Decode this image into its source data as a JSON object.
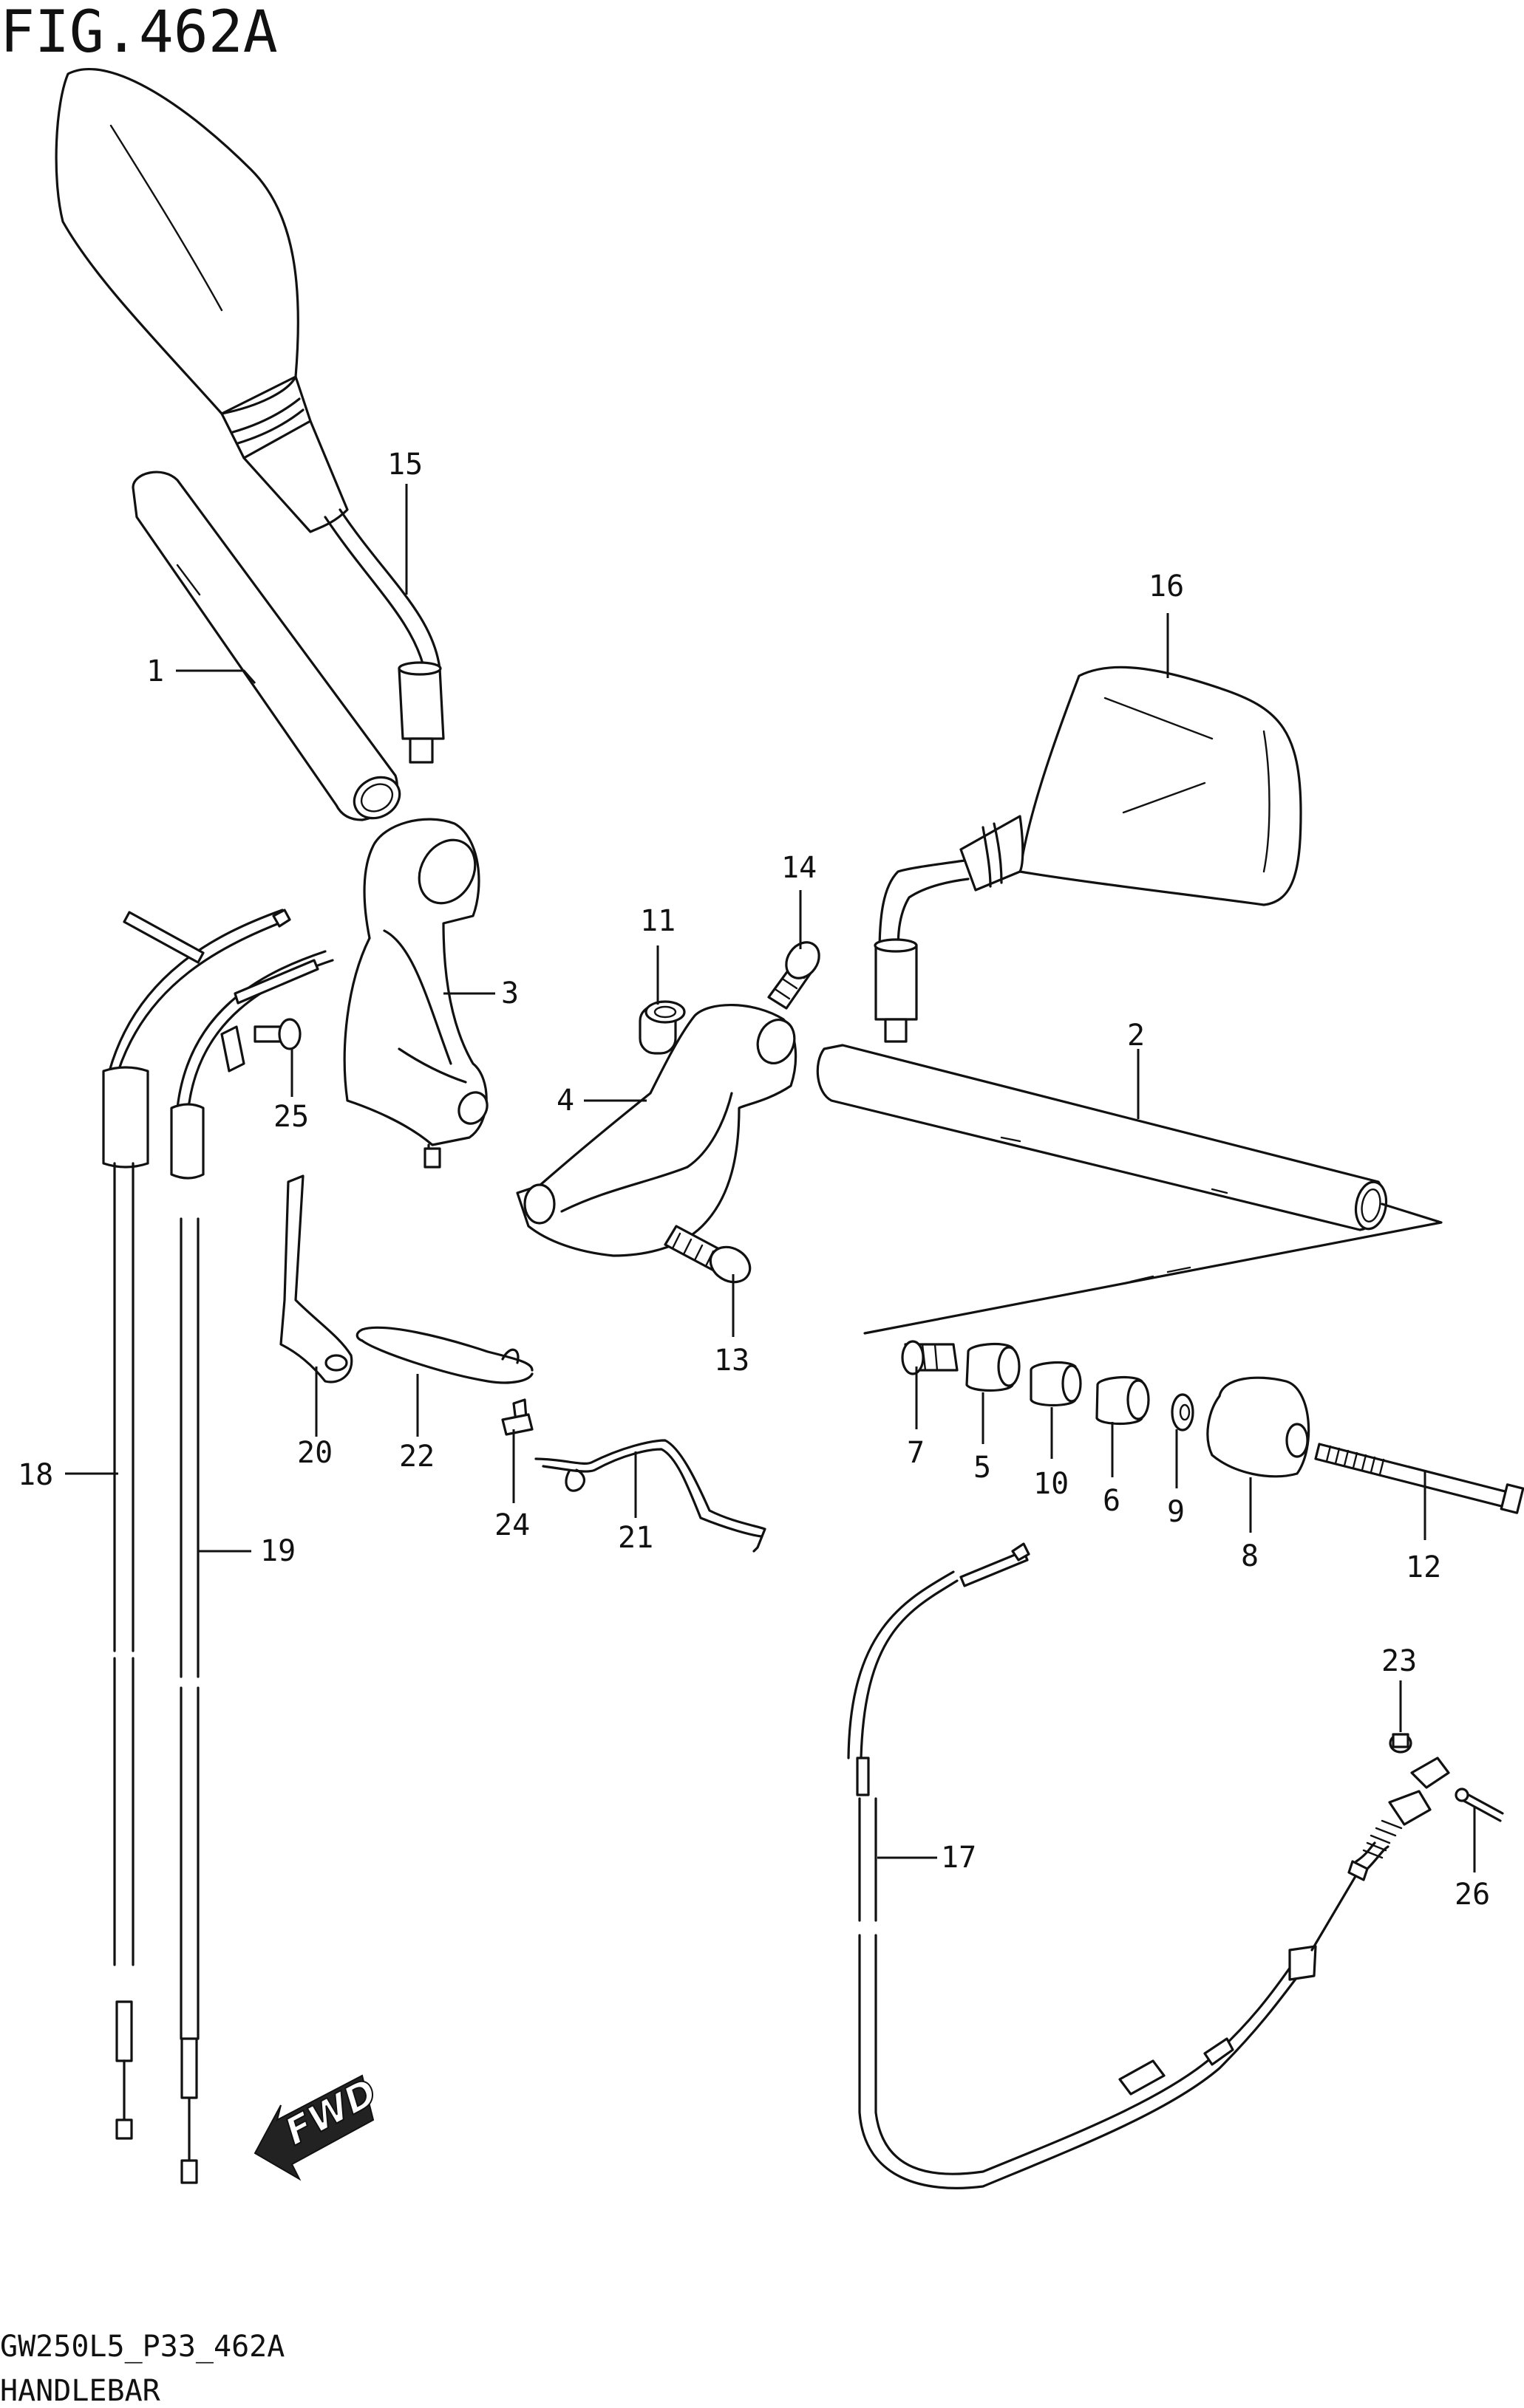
{
  "figure_title": "FIG.462A",
  "footer": {
    "model_code": "GW250L5_P33_462A",
    "section_name": "HANDLEBAR"
  },
  "fwd_label": "FWD",
  "part_numbers": [
    "1",
    "2",
    "3",
    "4",
    "5",
    "6",
    "7",
    "8",
    "9",
    "10",
    "11",
    "12",
    "13",
    "14",
    "15",
    "16",
    "17",
    "18",
    "19",
    "20",
    "21",
    "22",
    "23",
    "24",
    "25",
    "26"
  ]
}
